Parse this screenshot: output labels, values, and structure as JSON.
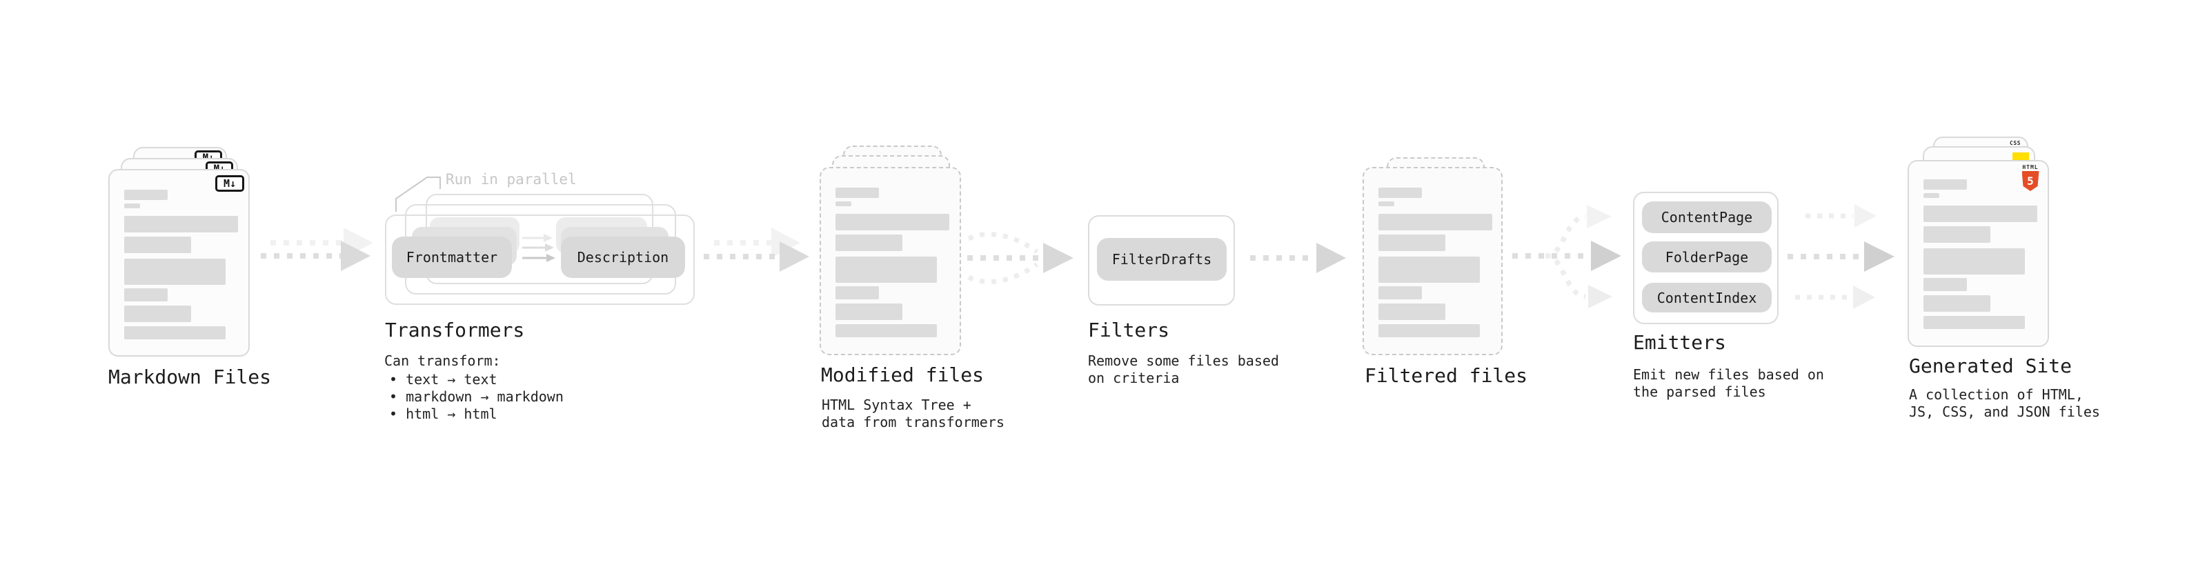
{
  "colors": {
    "text": "#1C1C1C",
    "muted_note": "#C6C6C6",
    "pill_fill": "#D9D9D9",
    "card_border": "#D9D9D9",
    "bar_fill": "#DCDCDC",
    "arrow_gray": "#DEDEDE",
    "arrow_light": "#EFEFEF",
    "html5_orange": "#E44D26",
    "js_yellow": "#FFDE00",
    "css_blue": "#2962F0"
  },
  "nodes": {
    "markdown_files": {
      "label": "Markdown Files",
      "badge": "M↓"
    },
    "transformers": {
      "label": "Transformers",
      "note": "Run in parallel",
      "pill_left": "Frontmatter",
      "pill_right": "Description",
      "desc_title": "Can transform:",
      "bullets": [
        "• text → text",
        "• markdown → markdown",
        "• html → html"
      ]
    },
    "modified_files": {
      "label": "Modified files",
      "desc_line1": "HTML Syntax Tree +",
      "desc_line2": "data from transformers"
    },
    "filters": {
      "label": "Filters",
      "pill": "FilterDrafts",
      "desc_line1": "Remove some files based",
      "desc_line2": "on criteria"
    },
    "filtered_files": {
      "label": "Filtered files"
    },
    "emitters": {
      "label": "Emitters",
      "pills": [
        "ContentPage",
        "FolderPage",
        "ContentIndex"
      ],
      "desc_line1": "Emit new files based on",
      "desc_line2": "the parsed files"
    },
    "generated_site": {
      "label": "Generated Site",
      "desc_line1": "A collection of HTML,",
      "desc_line2": "JS, CSS, and JSON files",
      "badge_html_label": "HTML",
      "badge_html_number": "5",
      "badge_css": "CSS"
    }
  }
}
